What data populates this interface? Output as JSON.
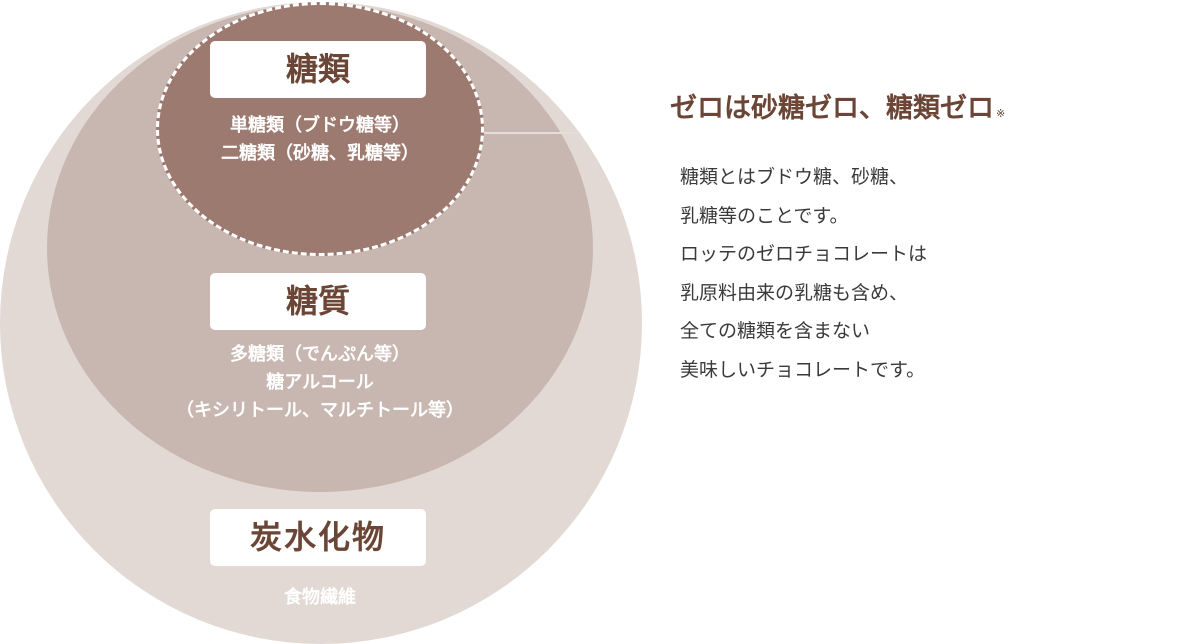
{
  "diagram": {
    "sugar": {
      "label": "糖類",
      "desc": [
        "単糖類（ブドウ糖等）",
        "二糖類（砂糖、乳糖等）"
      ]
    },
    "saccharide": {
      "label": "糖質",
      "desc": [
        "多糖類（でんぷん等）",
        "糖アルコール",
        "（キシリトール、マルチトール等）"
      ]
    },
    "carbohydrate": {
      "label": "炭水化物",
      "desc": [
        "食物繊維"
      ]
    }
  },
  "explanation": {
    "heading": "ゼロは砂糖ゼロ、糖類ゼロ",
    "note_mark": "※",
    "lines": [
      "糖類とはブドウ糖、砂糖、",
      "乳糖等のことです。",
      "ロッテのゼロチョコレートは",
      "乳原料由来の乳糖も含め、",
      "全ての糖類を含まない",
      "美味しいチョコレートです。"
    ]
  },
  "colors": {
    "outer": "#e2d8d4",
    "middle": "#c8b6b0",
    "inner": "#9c7a70",
    "label_text": "#6b4536"
  }
}
